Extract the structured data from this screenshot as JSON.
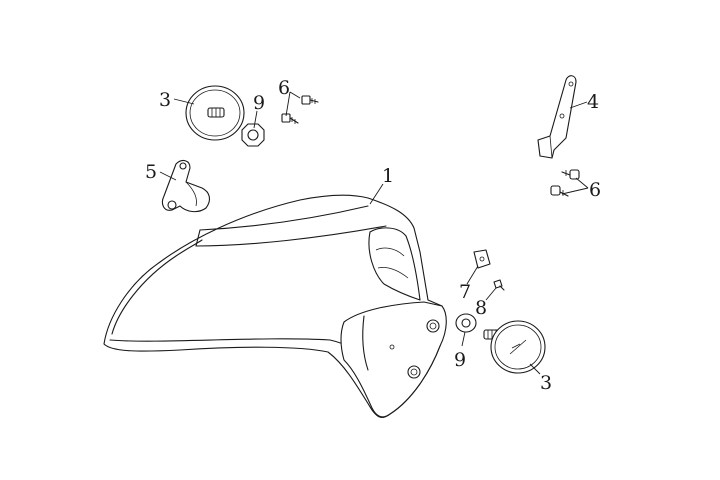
{
  "callouts": [
    {
      "id": "c1",
      "text": "1"
    },
    {
      "id": "c3a",
      "text": "3"
    },
    {
      "id": "c9a",
      "text": "9"
    },
    {
      "id": "c6a",
      "text": "6"
    },
    {
      "id": "c4",
      "text": "4"
    },
    {
      "id": "c5",
      "text": "5"
    },
    {
      "id": "c6b",
      "text": "6"
    },
    {
      "id": "c7",
      "text": "7"
    },
    {
      "id": "c8",
      "text": "8"
    },
    {
      "id": "c9b",
      "text": "9"
    },
    {
      "id": "c3b",
      "text": "3"
    }
  ]
}
